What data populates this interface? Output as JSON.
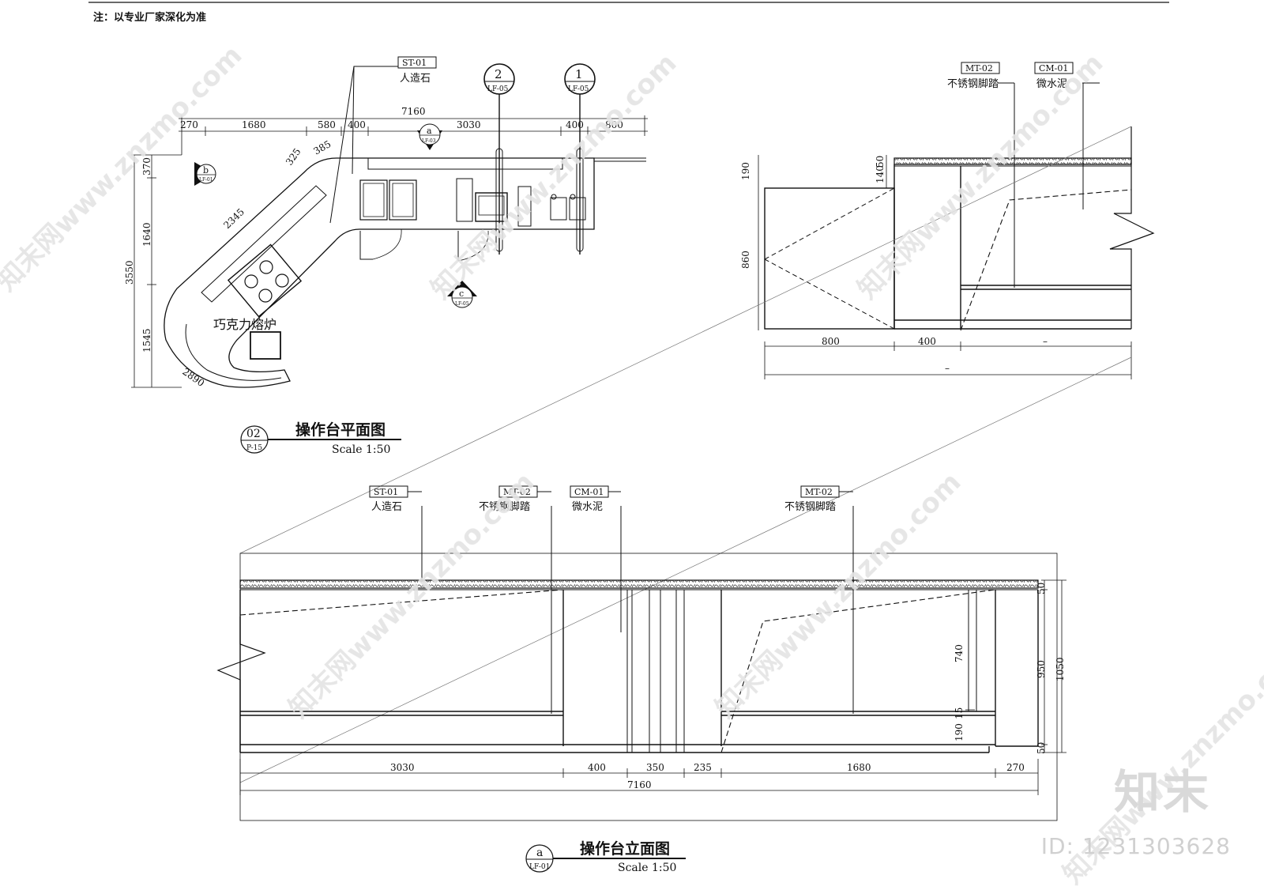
{
  "note": "注：以专业厂家深化为准",
  "plan": {
    "title": "操作台平面图",
    "scale": "Scale 1:50",
    "ref_no": "02",
    "ref_sheet": "P-15",
    "tag_code": "ST-01",
    "tag_text": "人造石",
    "callouts": [
      {
        "num": "2",
        "sheet": "LF-05"
      },
      {
        "num": "1",
        "sheet": "LF-05"
      }
    ],
    "view_markers": [
      {
        "letter": "a",
        "sheet": "LF-03"
      },
      {
        "letter": "b",
        "sheet": "LF-01"
      },
      {
        "letter": "c",
        "sheet": "LF-05"
      }
    ],
    "overall_width": "7160",
    "top_dims": [
      "270",
      "1680",
      "580",
      "400",
      "3030",
      "400",
      "800"
    ],
    "left_dims": [
      "370",
      "1640",
      "1545"
    ],
    "left_overall": "3550",
    "angled_dims": [
      "325",
      "385",
      "2345",
      "2890"
    ],
    "equipment_label": "巧克力熔炉"
  },
  "section": {
    "tags": [
      {
        "code": "MT-02",
        "text": "不锈钢脚踏"
      },
      {
        "code": "CM-01",
        "text": "微水泥"
      }
    ],
    "vertical_dims": [
      "190",
      "140",
      "50",
      "860"
    ],
    "bottom_dims": [
      "800",
      "400",
      "–"
    ],
    "overall_dim": "–"
  },
  "elevation": {
    "title": "操作台立面图",
    "scale": "Scale 1:50",
    "ref_letter": "a",
    "ref_sheet": "LF-01",
    "tags": [
      {
        "code": "ST-01",
        "text": "人造石"
      },
      {
        "code": "MT-02",
        "text": "不锈钢脚踏"
      },
      {
        "code": "CM-01",
        "text": "微水泥"
      },
      {
        "code": "MT-02",
        "text": "不锈钢脚踏"
      }
    ],
    "bottom_dims": [
      "3030",
      "400",
      "350",
      "235",
      "1680",
      "270"
    ],
    "overall_width": "7160",
    "right_dims": [
      "50",
      "740",
      "15",
      "190",
      "50"
    ],
    "right_dims_b": [
      "950",
      "1050"
    ]
  },
  "watermark": {
    "text": "知末网www.znzmo.com",
    "logo": "知末",
    "id": "ID: 1231303628"
  }
}
